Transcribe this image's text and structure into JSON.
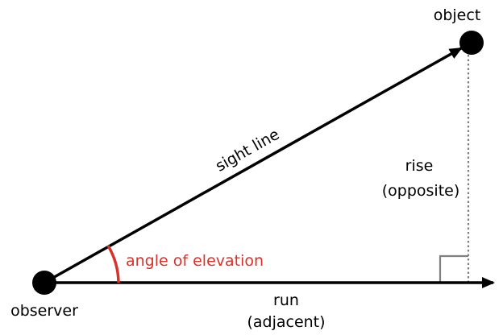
{
  "labels": {
    "object": "object",
    "observer": "observer",
    "sight_line": "sight line",
    "rise": "rise",
    "opposite": "(opposite)",
    "run": "run",
    "adjacent": "(adjacent)",
    "angle": "angle of elevation"
  },
  "colors": {
    "line": "#000000",
    "angle": "#d9312b",
    "guide": "#808080"
  }
}
